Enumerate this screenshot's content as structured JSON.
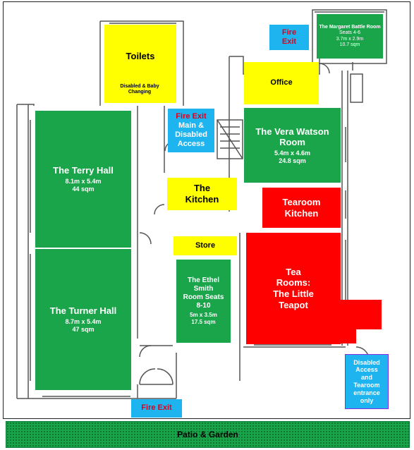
{
  "rooms": {
    "toilets": {
      "name": "Toilets",
      "note": "Disabled & Baby Changing"
    },
    "office": {
      "name": "Office"
    },
    "margaret": {
      "name": "The Margaret Battle Room",
      "seats": "Seats 4-6",
      "size": "3.7m x 2.9m",
      "area": "10.7 sqm"
    },
    "vera": {
      "name": "The Vera Watson Room",
      "size": "5.4m x 4.6m",
      "area": "24.8 sqm"
    },
    "terry": {
      "name": "The Terry Hall",
      "size": "8.1m x 5.4m",
      "area": "44 sqm"
    },
    "kitchen": {
      "name": "The Kitchen"
    },
    "tearoom_kitchen": {
      "name": "Tearoom Kitchen"
    },
    "store": {
      "name": "Store"
    },
    "tea_rooms": {
      "name": "Tea Rooms: The Little Teapot"
    },
    "turner": {
      "name": "The Turner Hall",
      "size": "8.7m x 5.4m",
      "area": "47 sqm"
    },
    "ethel": {
      "name": "The Ethel Smith Room Seats 8-10",
      "size": "5m x 3.5m",
      "area": "17.5 sqm"
    }
  },
  "exits": {
    "top": "Fire Exit",
    "main": {
      "title": "Fire Exit",
      "detail": "Main & Disabled Access"
    },
    "bottom": "Fire Exit",
    "disabled": "Disabled Access and Tearoom entrance only"
  },
  "patio": "Patio & Garden",
  "colors": {
    "bookable": "#1aa54a",
    "facility": "#ffff00",
    "tearoom": "#ff0000",
    "access": "#1eb4f0",
    "exit_text": "#e0001b"
  }
}
